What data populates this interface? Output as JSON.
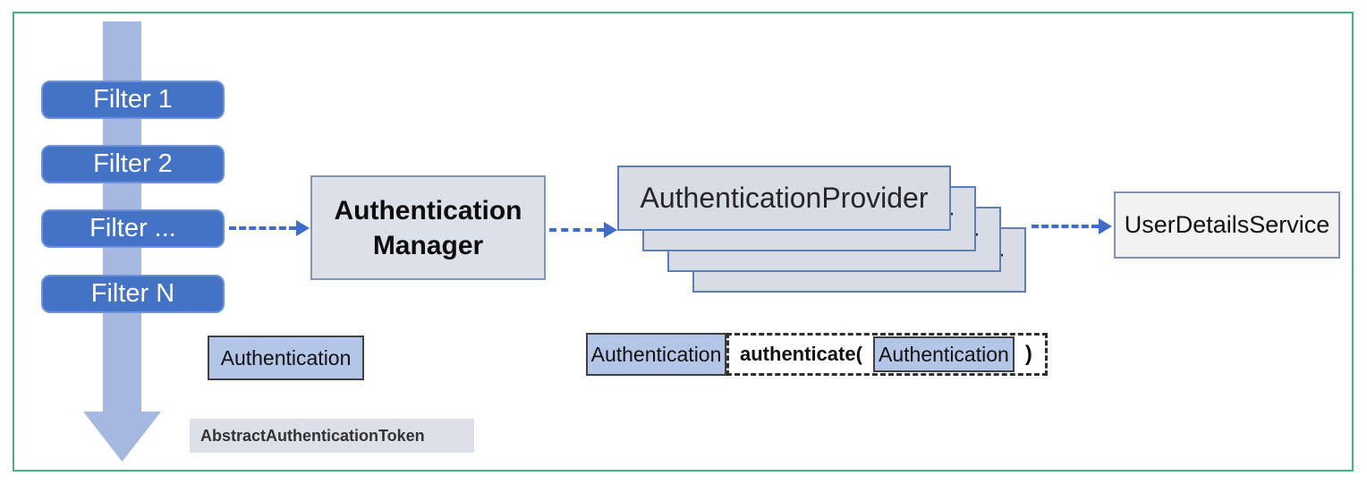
{
  "diagram": {
    "title": "spring-security-authentication-flow",
    "filters": [
      {
        "label": "Filter 1"
      },
      {
        "label": "Filter 2"
      },
      {
        "label": "Filter ..."
      },
      {
        "label": "Filter N"
      }
    ],
    "manager": {
      "line1": "Authentication",
      "line2": "Manager"
    },
    "provider": {
      "label": "AuthenticationProvider",
      "stack_count": 4
    },
    "user_details_service": {
      "label": "UserDetailsService"
    },
    "authentication_token": {
      "label": "Authentication"
    },
    "abstract_token": {
      "label": "AbstractAuthenticationToken"
    },
    "call": {
      "argument": "Authentication",
      "method": "authenticate(",
      "parameter": "Authentication",
      "close": ")"
    }
  },
  "colors": {
    "frame_green": "#44b384",
    "filter_blue": "#4472c4",
    "filter_border": "#6e92d8",
    "flow_arrow_light_blue": "#a5b9e0",
    "dashed_arrow_blue": "#3f6bc9",
    "manager_fill": "#dce1e9",
    "manager_border": "#8496b8",
    "provider_fill": "#d7dce5",
    "provider_border": "#5d7fb5",
    "service_fill": "#f2f2f3",
    "service_border": "#7d90b5",
    "token_fill": "#b4c6e7",
    "token_border": "#404040",
    "abstract_fill": "#dbe0e9"
  }
}
